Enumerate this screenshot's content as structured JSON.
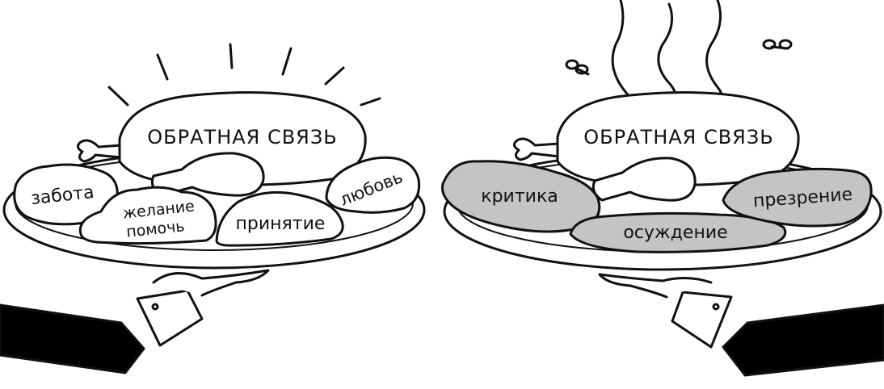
{
  "left_platter": {
    "title": "ОБРАТНАЯ СВЯЗЬ",
    "sides": {
      "care": "забота",
      "desire_line1": "желание",
      "desire_line2": "помочь",
      "acceptance": "принятие",
      "love": "любовь"
    }
  },
  "right_platter": {
    "title": "ОБРАТНАЯ СВЯЗЬ",
    "sides": {
      "criticism": "критика",
      "condemnation": "осуждение",
      "contempt": "презрение"
    }
  },
  "colors": {
    "ink": "#111111",
    "good_food": "#ffffff",
    "spoiled_food": "#c4c4c4",
    "sleeve": "#000000"
  },
  "icons": {
    "left": [
      "sparkle-rays",
      "chicken-leg",
      "waiter-hand"
    ],
    "right": [
      "stench-waves",
      "fly",
      "chicken-leg",
      "waiter-hand"
    ]
  }
}
